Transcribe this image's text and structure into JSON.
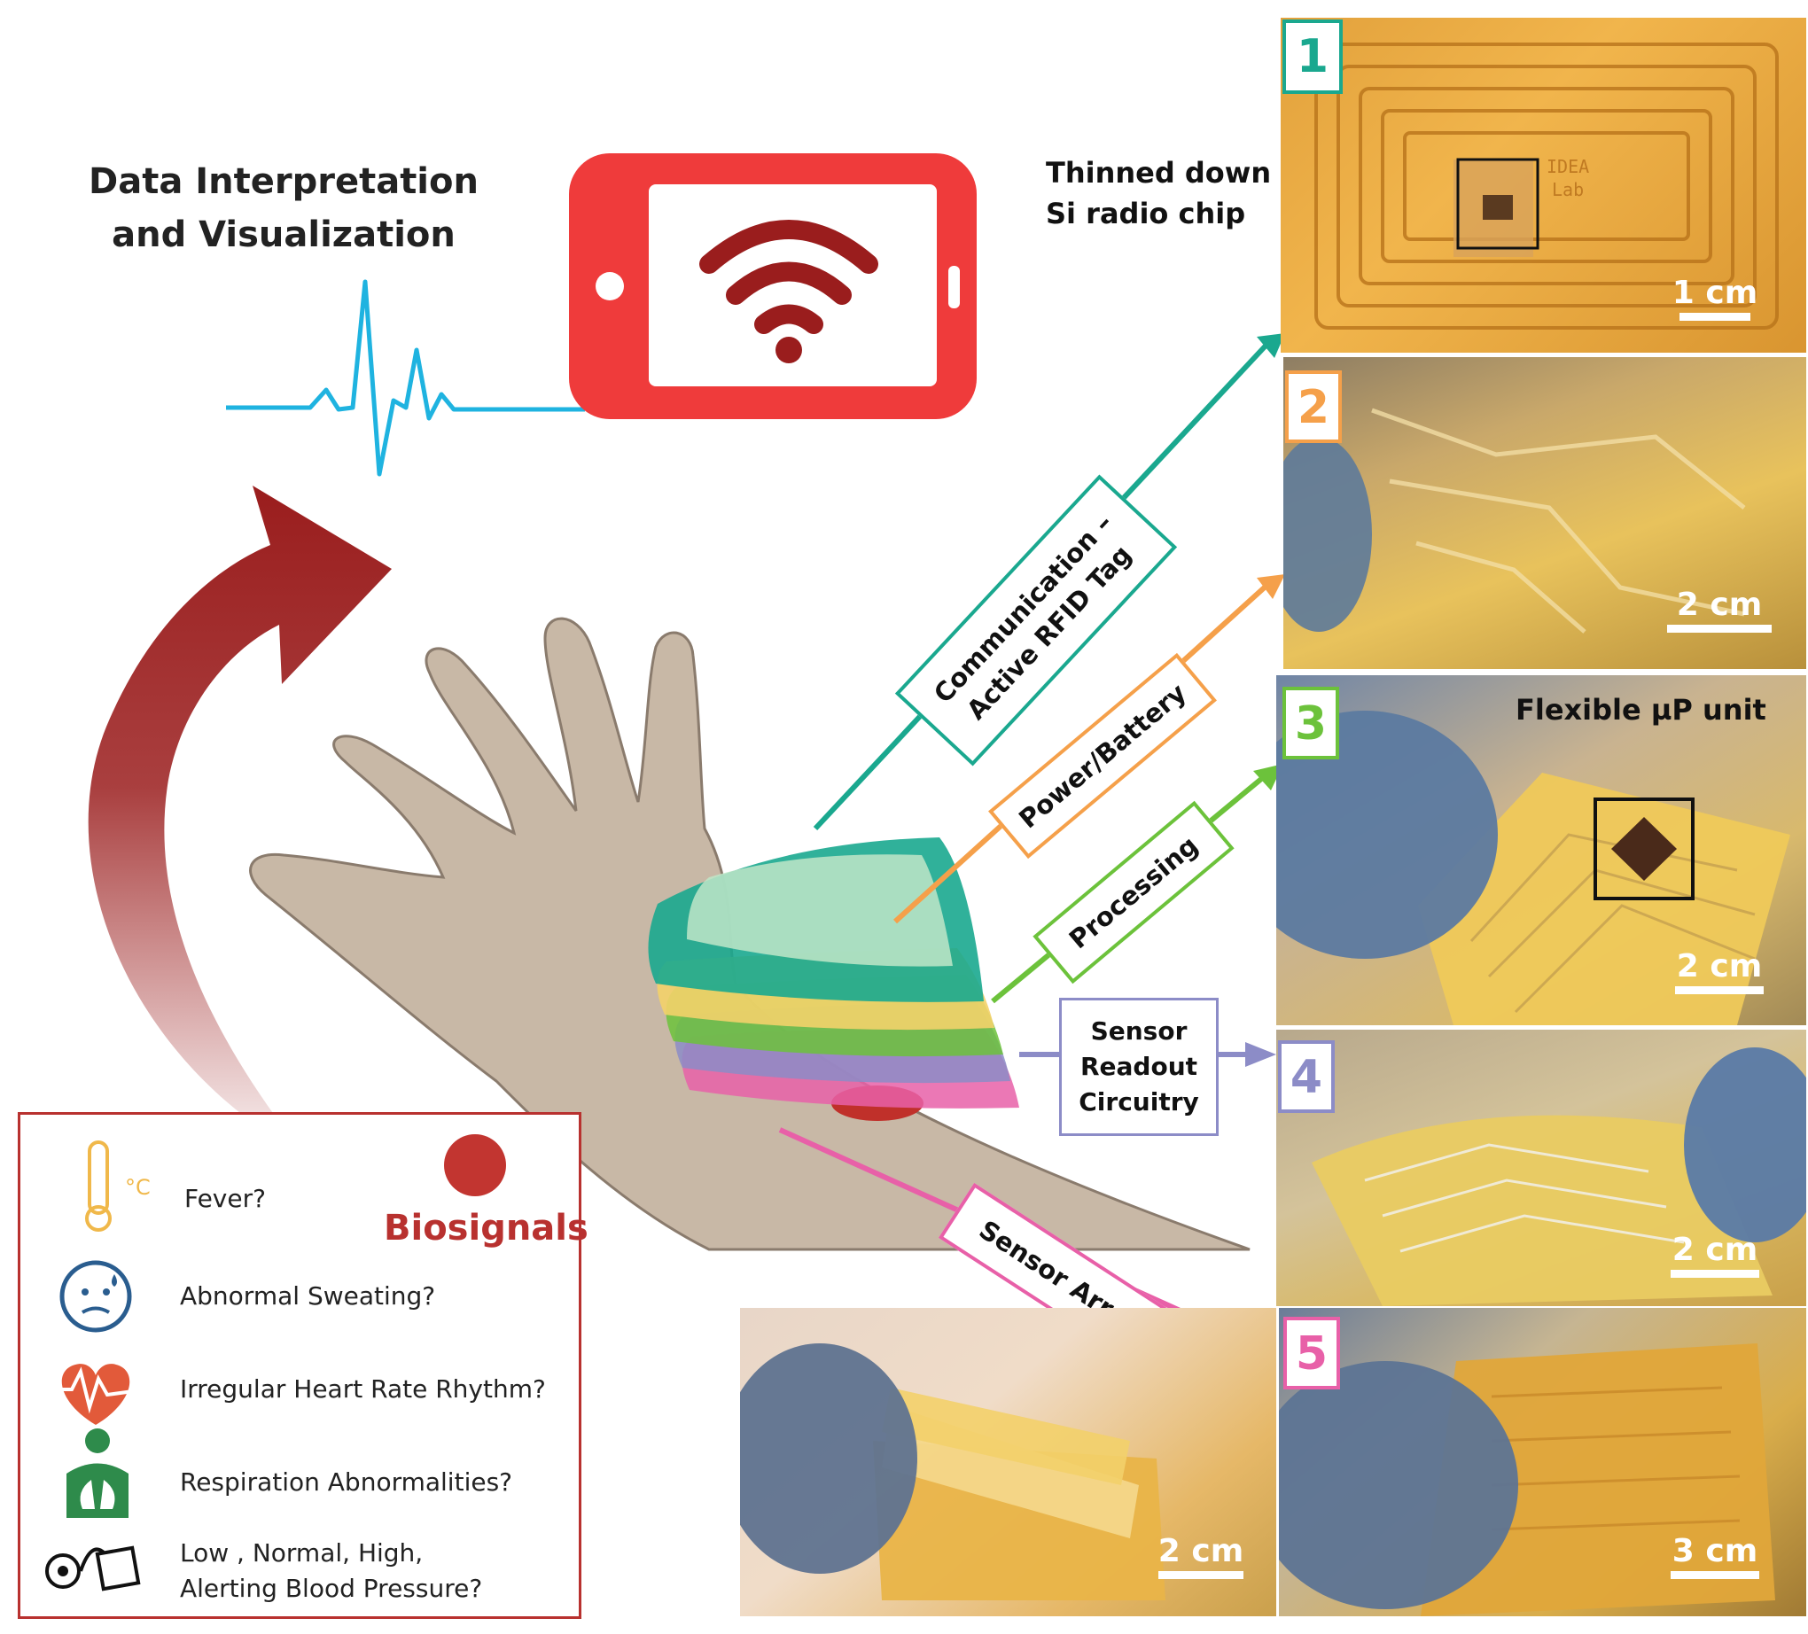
{
  "header": {
    "title_line1": "Data Interpretation",
    "title_line2": "and Visualization"
  },
  "colors": {
    "communication": "#1aa88f",
    "power": "#f5a04a",
    "processing": "#6cc23b",
    "readout": "#8c8cc7",
    "sensor": "#e860a8",
    "dark_red": "#9a1d1d",
    "phone_red": "#ef3b3b",
    "ecg_blue": "#1fb3e0"
  },
  "layers": {
    "communication": "Communication – Active RFID Tag",
    "power": "Power/Battery",
    "processing": "Processing",
    "readout_line1": "Sensor",
    "readout_line2": "Readout",
    "readout_line3": "Circuitry",
    "sensor": "Sensor Arrays"
  },
  "photos": [
    {
      "number": "1",
      "scale": "1 cm",
      "annotation_line1": "Thinned down",
      "annotation_line2": "Si radio chip",
      "chip_text_line1": "IDEA",
      "chip_text_line2": "Lab"
    },
    {
      "number": "2",
      "scale": "2 cm"
    },
    {
      "number": "3",
      "scale": "2 cm",
      "annotation": "Flexible µP unit"
    },
    {
      "number": "4",
      "scale": "2 cm"
    },
    {
      "number": "5",
      "scale": "3 cm"
    },
    {
      "scale": "2 cm"
    }
  ],
  "legend": {
    "biosignals": "Biosignals",
    "items": [
      {
        "icon": "thermometer-icon",
        "text": "Fever?",
        "unit": "°C"
      },
      {
        "icon": "sweating-face-icon",
        "text": "Abnormal Sweating?"
      },
      {
        "icon": "heart-rate-icon",
        "text": "Irregular Heart Rate Rhythm?"
      },
      {
        "icon": "lungs-icon",
        "text": "Respiration Abnormalities?"
      },
      {
        "icon": "blood-pressure-icon",
        "text_line1": "Low , Normal, High,",
        "text_line2": "Alerting Blood Pressure?"
      }
    ]
  }
}
